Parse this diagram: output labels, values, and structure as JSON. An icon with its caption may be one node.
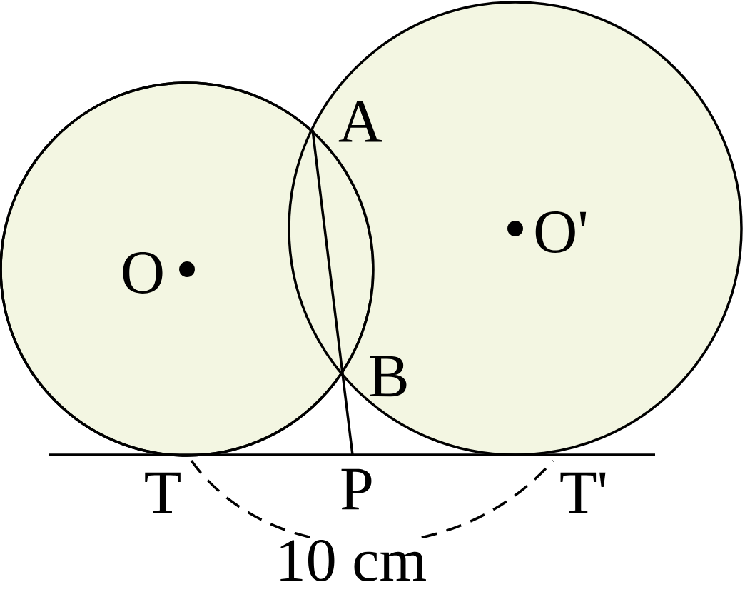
{
  "diagram": {
    "nodes": [
      {
        "text": [
          "O"
        ]
      },
      {
        "text": [
          "O'"
        ]
      }
    ],
    "edges": [],
    "labels": [
      "A",
      "B",
      "T",
      "P",
      "T'",
      "10 cm"
    ]
  }
}
